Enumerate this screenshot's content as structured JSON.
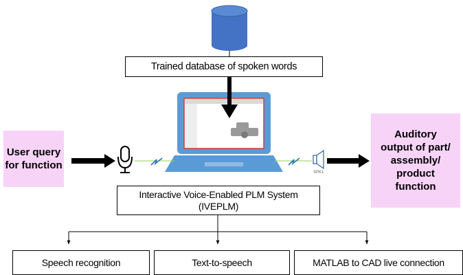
{
  "database_label": "Trained database of spoken words",
  "user_query": "User query for function",
  "auditory_output": "Auditory output of part/ assembly/ product function",
  "system_label": "Interactive Voice-Enabled PLM System (IVEPLM)",
  "speaker_tag": "SPK1",
  "modules": [
    "Speech recognition",
    "Text-to-speech",
    "MATLAB to CAD live connection"
  ],
  "colors": {
    "database": "#4472c4",
    "laptop": "#5b9bd5",
    "highlight": "#f7d3f7",
    "signal": "#2e75b6"
  }
}
